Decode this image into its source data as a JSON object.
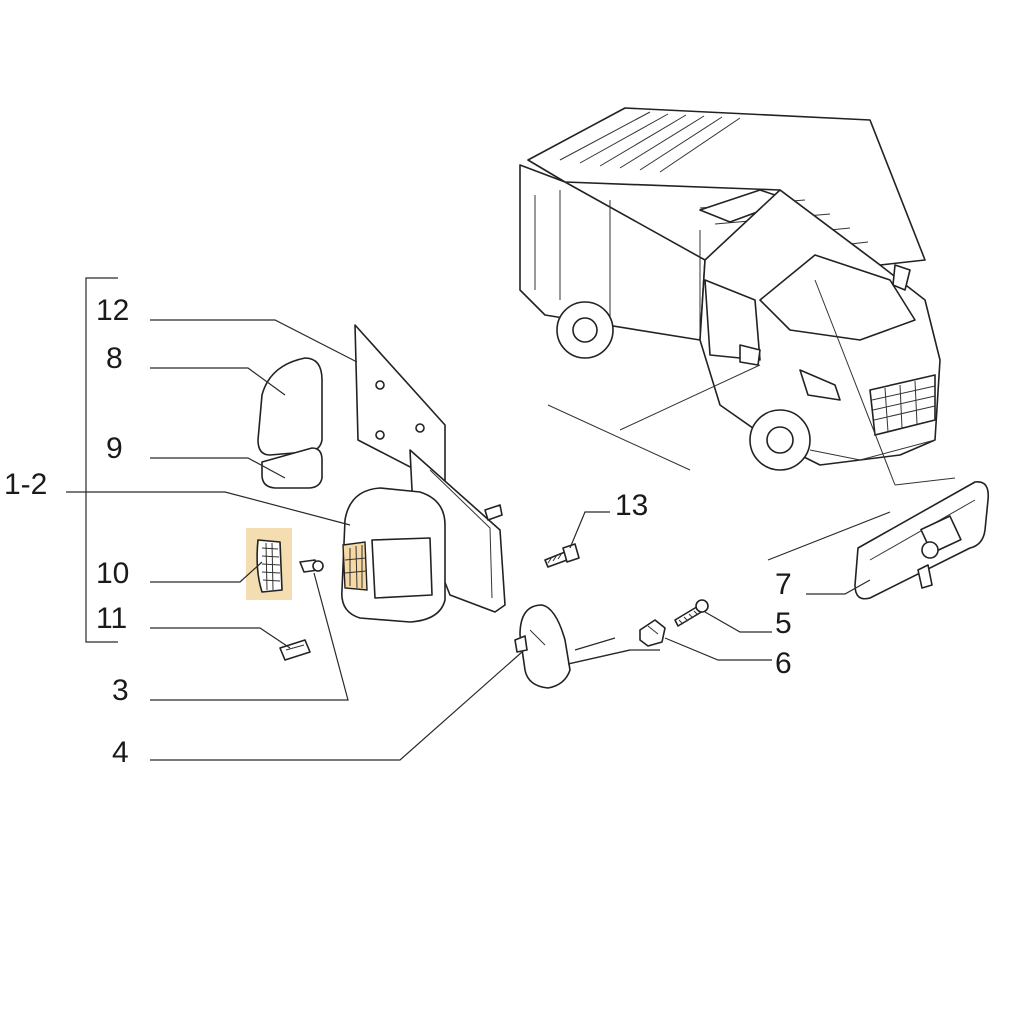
{
  "labels": {
    "l12": "12",
    "l8": "8",
    "l9": "9",
    "l1_2": "1-2",
    "l10": "10",
    "l11": "11",
    "l3": "3",
    "l4": "4",
    "l13": "13",
    "l7": "7",
    "l5": "5",
    "l6": "6"
  },
  "colors": {
    "line": "#2a2a2a",
    "highlight": "#f6d9a4",
    "box_highlight": "#f4ddb0"
  }
}
